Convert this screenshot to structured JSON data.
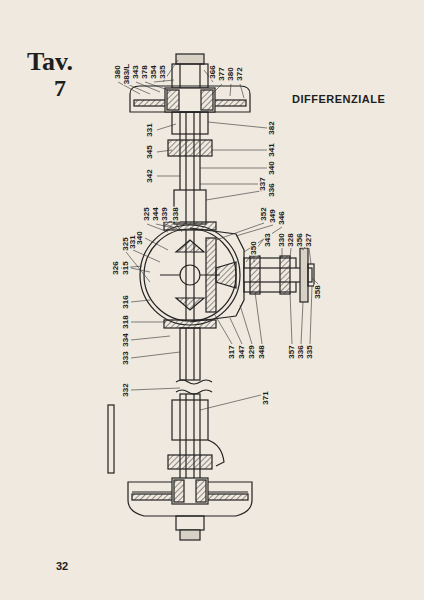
{
  "diagram": {
    "title": "DIFFERENZIALE",
    "labels": [
      "Tav.",
      "7",
      "32",
      "380",
      "383/L",
      "343",
      "378",
      "354",
      "335",
      "366",
      "377",
      "380",
      "372",
      "331",
      "345",
      "342",
      "339",
      "344",
      "325",
      "338",
      "340",
      "331",
      "325",
      "326",
      "315",
      "316",
      "318",
      "334",
      "333",
      "332",
      "382",
      "341",
      "340",
      "336",
      "337",
      "352",
      "349",
      "346",
      "343",
      "350",
      "330",
      "328",
      "356",
      "327",
      "358",
      "317",
      "347",
      "329",
      "348",
      "357",
      "336",
      "335",
      "371"
    ]
  }
}
